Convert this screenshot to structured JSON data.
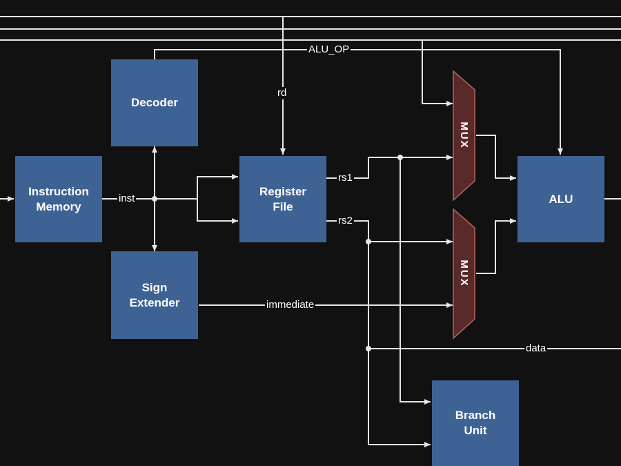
{
  "blocks": {
    "instruction_memory": "Instruction Memory",
    "decoder": "Decoder",
    "sign_extender": "Sign Extender",
    "register_file": "Register File",
    "alu": "ALU",
    "branch_unit": "Branch Unit",
    "mux_top": "MUX",
    "mux_bottom": "MUX"
  },
  "signals": {
    "inst": "inst",
    "rd": "rd",
    "alu_op": "ALU_OP",
    "rs1": "rs1",
    "rs2": "rs2",
    "immediate": "immediate",
    "data": "data"
  },
  "colors": {
    "background": "#111111",
    "block_fill": "#3f6295",
    "mux_fill": "#5a2a2a",
    "mux_border": "#b5645c",
    "wire": "#e6e6e6"
  }
}
